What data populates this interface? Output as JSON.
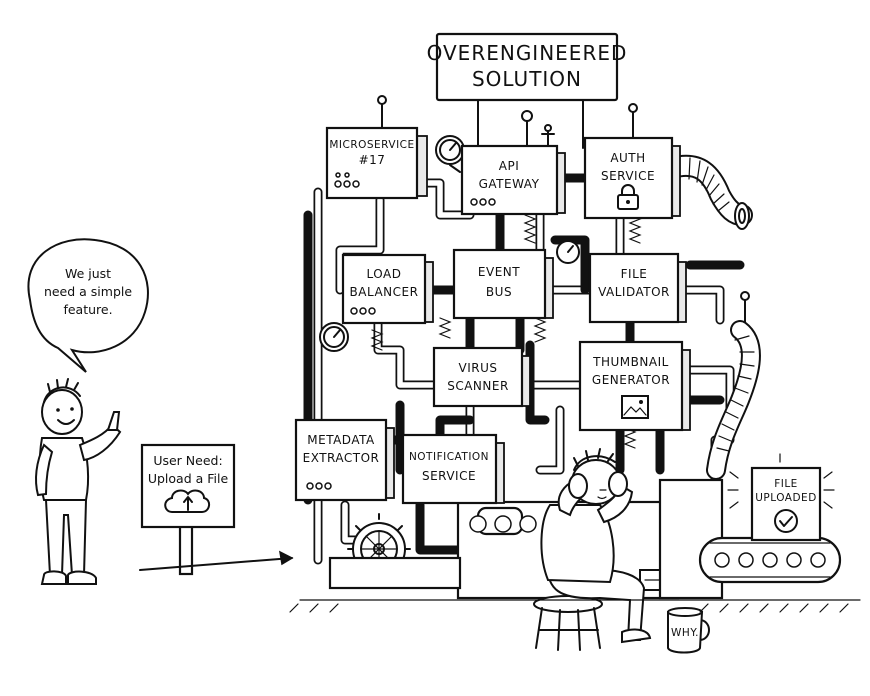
{
  "sign": {
    "line1": "OVERENGINEERED",
    "line2": "SOLUTION"
  },
  "speech_bubble": {
    "line1": "We just",
    "line2": "need a simple",
    "line3": "feature."
  },
  "user_need_sign": {
    "line1": "User Need:",
    "line2": "Upload a File",
    "icon": "cloud-upload-icon"
  },
  "modules": {
    "microservice": {
      "line1": "MICROSERVICE",
      "line2": "#17"
    },
    "api_gateway": {
      "line1": "API",
      "line2": "GATEWAY"
    },
    "auth_service": {
      "line1": "AUTH",
      "line2": "SERVICE",
      "icon": "lock-icon"
    },
    "load_balancer": {
      "line1": "LOAD",
      "line2": "BALANCER"
    },
    "event_bus": {
      "line1": "EVENT",
      "line2": "BUS"
    },
    "file_validator": {
      "line1": "FILE",
      "line2": "VALIDATOR"
    },
    "virus_scanner": {
      "line1": "VIRUS",
      "line2": "SCANNER"
    },
    "thumbnail_generator": {
      "line1": "THUMBNAIL",
      "line2": "GENERATOR",
      "icon": "image-icon"
    },
    "metadata_extractor": {
      "line1": "METADATA",
      "line2": "EXTRACTOR"
    },
    "notification_service": {
      "line1": "NOTIFICATION",
      "line2": "SERVICE"
    }
  },
  "output_sign": {
    "line1": "FILE",
    "line2": "UPLOADED",
    "icon": "checkmark-icon"
  },
  "mug": {
    "text": "WHY."
  },
  "colors": {
    "ink": "#111111",
    "paper": "#ffffff",
    "shade": "#e9e9e9"
  }
}
